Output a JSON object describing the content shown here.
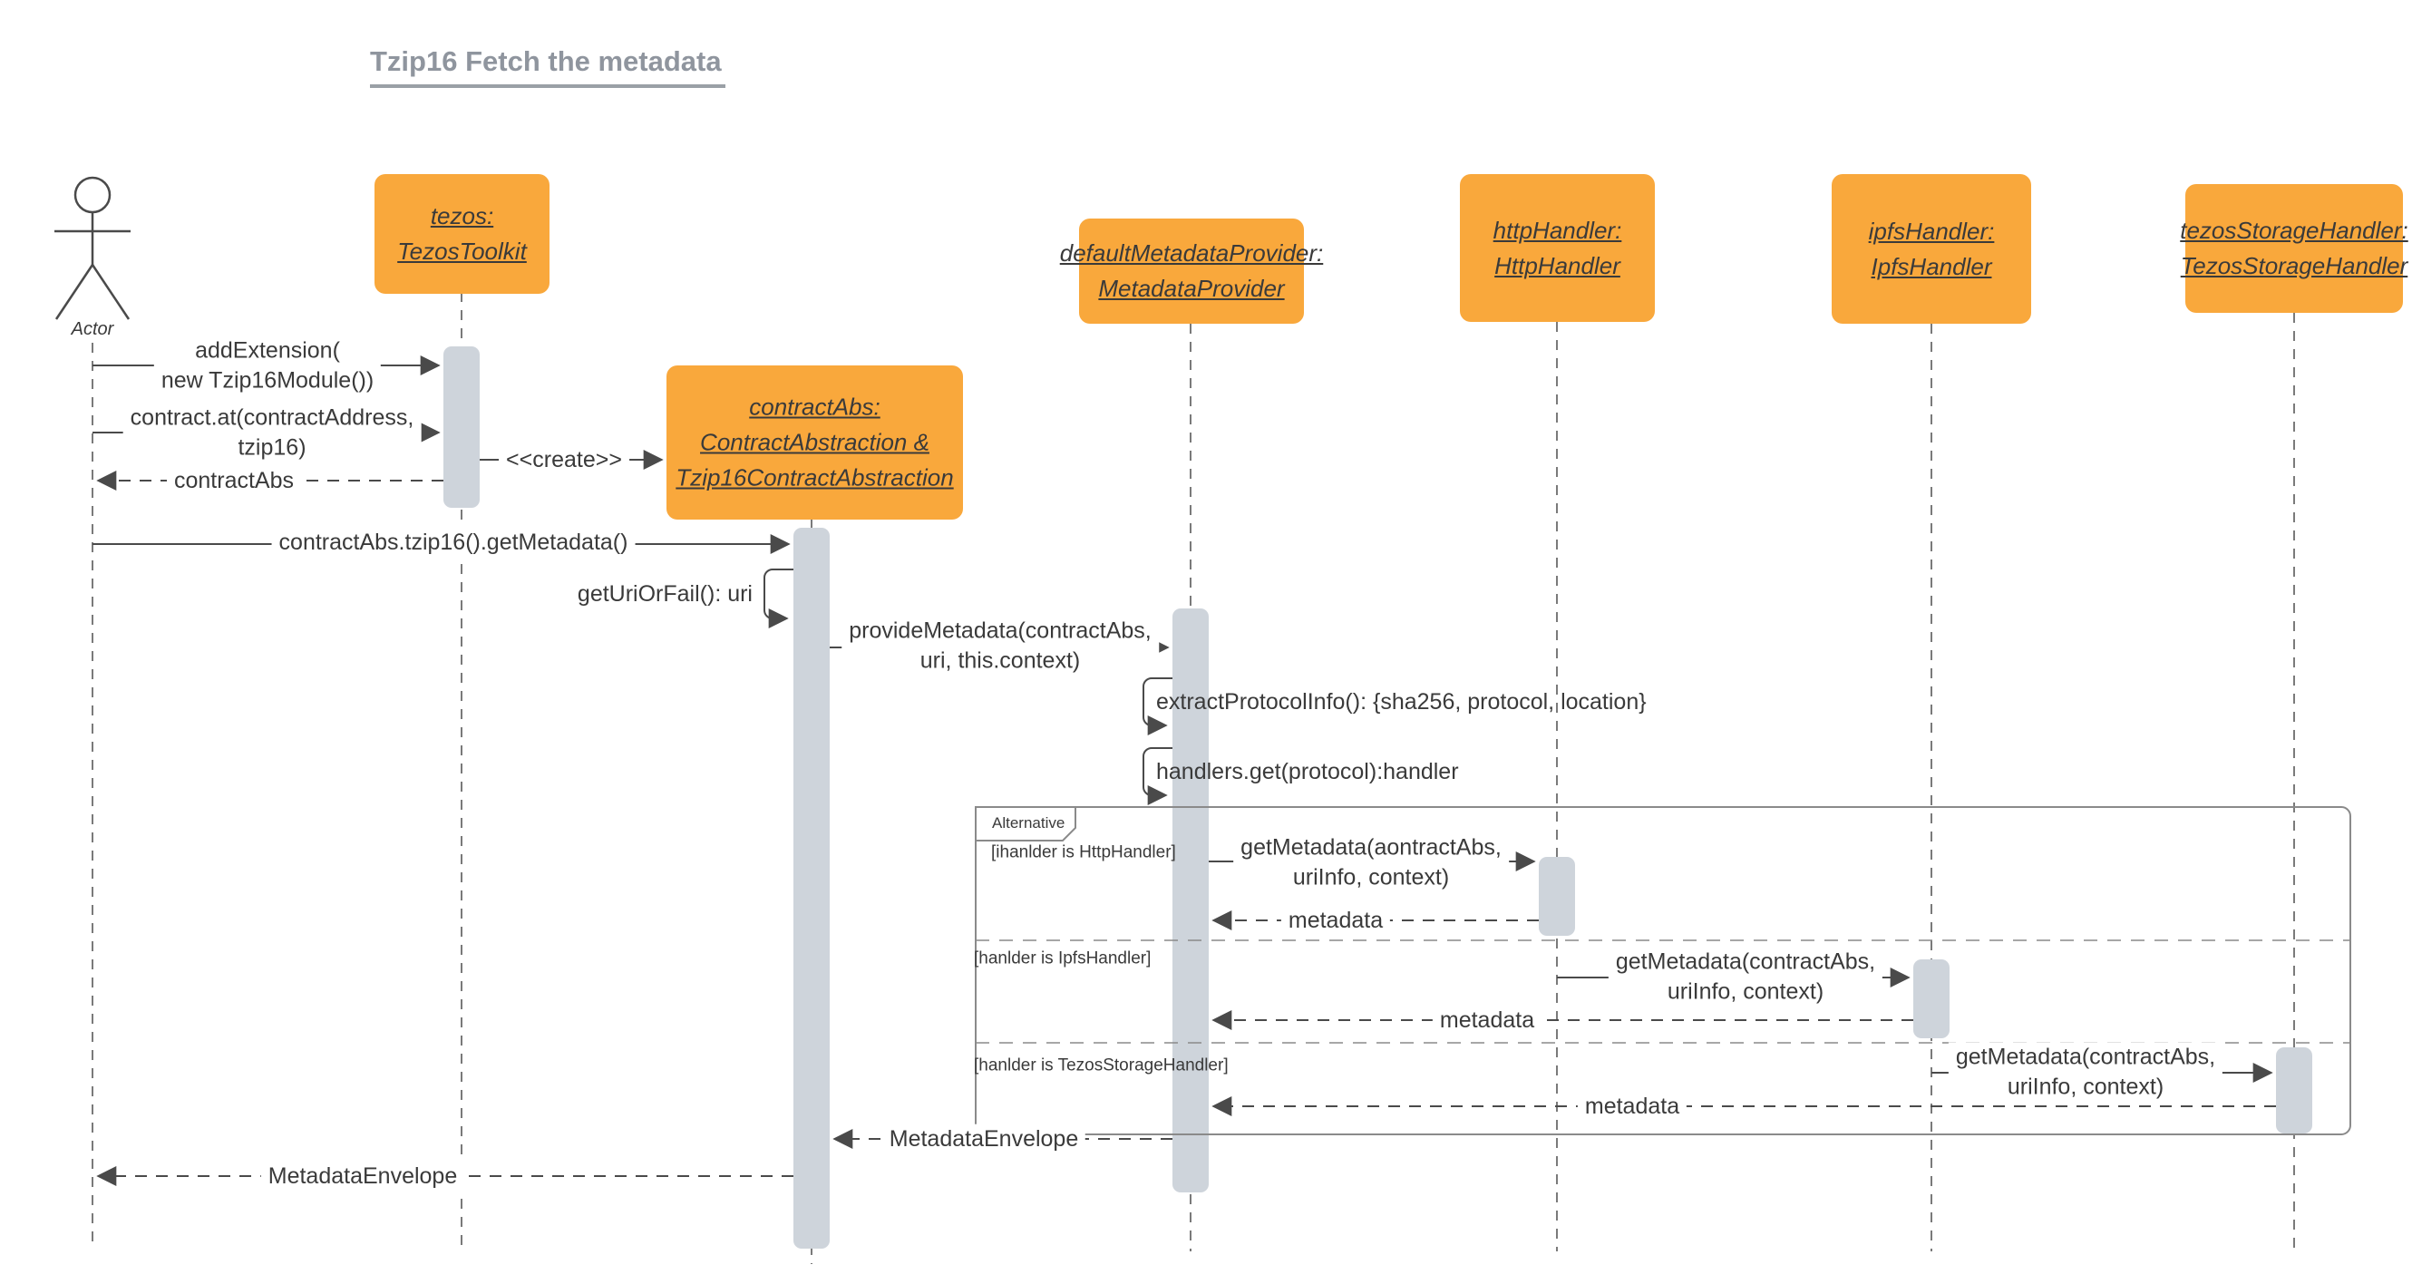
{
  "title": "Tzip16 Fetch the metadata",
  "actor": {
    "label": "Actor"
  },
  "participants": [
    {
      "id": "tezos",
      "label": "tezos:\nTezosToolkit"
    },
    {
      "id": "contractAbs",
      "label": "contractAbs:\nContractAbstraction &\nTzip16ContractAbstraction"
    },
    {
      "id": "defaultMetadataProvider",
      "label": "defaultMetadataProvider:\nMetadataProvider"
    },
    {
      "id": "httpHandler",
      "label": "httpHandler:\nHttpHandler"
    },
    {
      "id": "ipfsHandler",
      "label": "ipfsHandler:\nIpfsHandler"
    },
    {
      "id": "tezosStorageHandler",
      "label": "tezosStorageHandler:\nTezosStorageHandler"
    }
  ],
  "messages": {
    "add_extension": "addExtension(\nnew Tzip16Module())",
    "contract_at": "contract.at(contractAddress,\ntzip16)",
    "create": "<<create>>",
    "contract_abs_return": "contractAbs",
    "get_metadata_call": "contractAbs.tzip16().getMetadata()",
    "get_uri_or_fail": "getUriOrFail(): uri",
    "provide_metadata": "provideMetadata(contractAbs,\nuri, this.context)",
    "extract_protocol_info": "extractProtocolInfo(): {sha256, protocol, location}",
    "handlers_get": "handlers.get(protocol):handler",
    "metadata_envelope_provider": "MetadataEnvelope",
    "metadata_envelope_actor": "MetadataEnvelope"
  },
  "alt": {
    "label": "Alternative",
    "sections": [
      {
        "guard": "[ihanlder is HttpHandler]",
        "call": "getMetadata(aontractAbs,\nuriInfo, context)",
        "return": "metadata"
      },
      {
        "guard": "[hanlder is IpfsHandler]",
        "call": "getMetadata(contractAbs,\nuriInfo, context)",
        "return": "metadata"
      },
      {
        "guard": "[hanlder is TezosStorageHandler]",
        "call": "getMetadata(contractAbs,\nuriInfo, context)",
        "return": "metadata"
      }
    ]
  },
  "colors": {
    "box-fill": "#F9A83C",
    "activation-fill": "#CED4DB",
    "line-color": "#4A4A4A",
    "lifeline-color": "#7A7A7A",
    "frame-color": "#8A8A8A",
    "text-color": "#3A3A3A",
    "title-color": "#8F959E",
    "title-underline": "#9AA0A6",
    "background": "#FFFFFF"
  }
}
